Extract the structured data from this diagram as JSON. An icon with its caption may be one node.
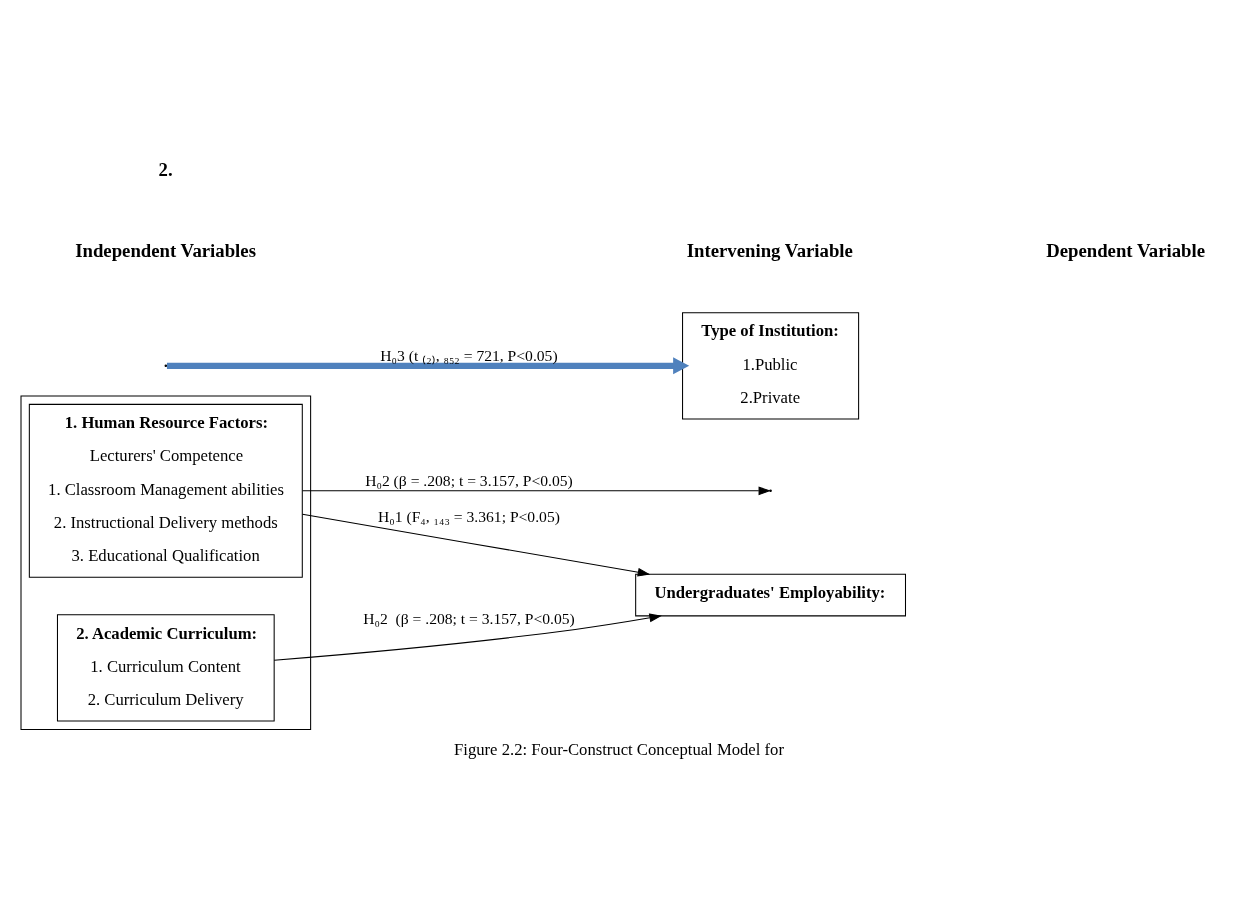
{
  "diagram": {
    "caption": "Figure 2.2: Four-Construct Conceptual Model for",
    "nodes": [
      {
        "text": [],
        "shape": "box"
      },
      {
        "text": [
          "1. Human Resource Factors:",
          "Lecturers' Competence",
          "1. Classroom Management abilities",
          "2. Instructional Delivery methods",
          "3. Educational Qualification"
        ],
        "in": 0
      },
      {
        "text": [
          "2. Academic Curriculum:",
          "1. Curriculum Content",
          "2. Curriculum Delivery"
        ],
        "in": 0
      },
      {
        "text": [
          "Undergraduates' Employability:"
        ]
      },
      {
        "text": [
          "Type of Institution:",
          "1.Public",
          "2.Private"
        ]
      }
    ],
    "edges": [
      {
        "from": 1,
        "to": null,
        "arrow": "to",
        "label": "H₀2 (β = .208; t = 3.157, P<0.05)"
      },
      {
        "from": 1,
        "to": 3,
        "arrow": "to",
        "label": "H₀1 (F₄, ₁₄₃ = 3.361; P<0.05)"
      },
      {
        "from": 2,
        "to": 3,
        "arrow": "to",
        "label": "H₀2  (β = .208; t = 3.157, P<0.05)"
      },
      {
        "from": null,
        "to": 4,
        "arrow": "to",
        "label": "H₀3 (t ₍₂₎, ₈₅₂ = 721, P<0.05)",
        "style": "thick",
        "color": "#4f81bd"
      }
    ],
    "labels": [
      "Independent Variables",
      "Intervening Variable",
      "Dependent Variable",
      "2."
    ]
  }
}
